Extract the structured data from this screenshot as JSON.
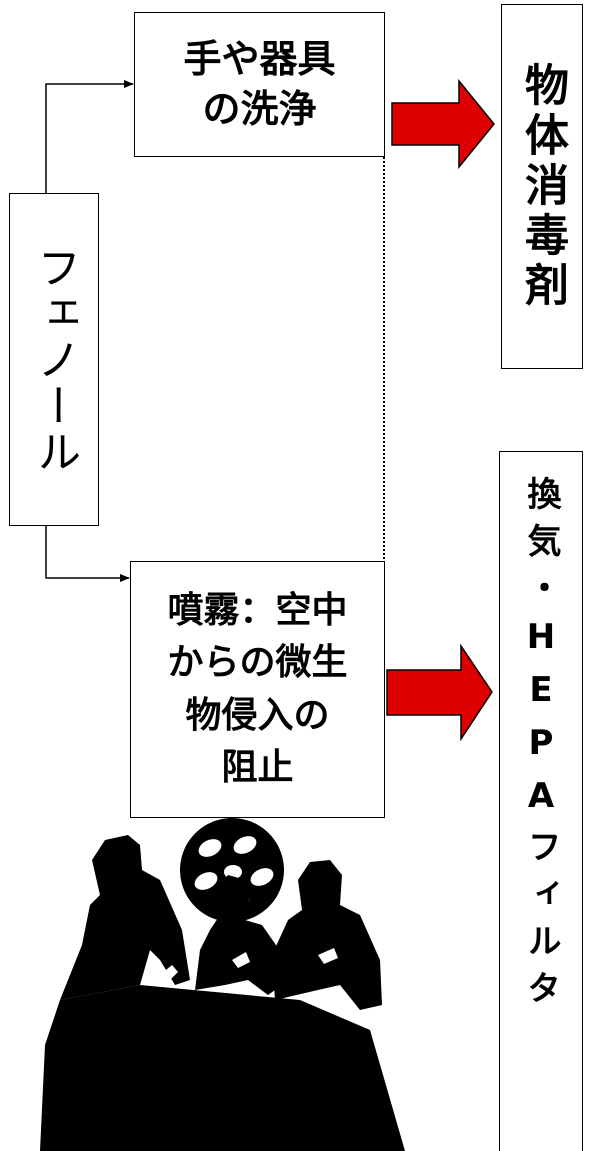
{
  "phenol": {
    "label": "フェノール"
  },
  "hand_wash": {
    "lines": [
      "手や器具",
      "の洗浄"
    ]
  },
  "spray": {
    "lines": [
      "噴霧：空中",
      "からの微生",
      "物侵入の",
      "阻止"
    ]
  },
  "object_disinfectant": {
    "label": "物体消毒剤"
  },
  "ventilation": {
    "label": "換気・HEPAフィルタ"
  },
  "colors": {
    "arrow_fill": "#dd0000",
    "stroke": "#000000",
    "background": "#ffffff"
  },
  "icons": {
    "surgery": "surgical-team-icon",
    "lamp": "surgical-lamp-icon"
  }
}
